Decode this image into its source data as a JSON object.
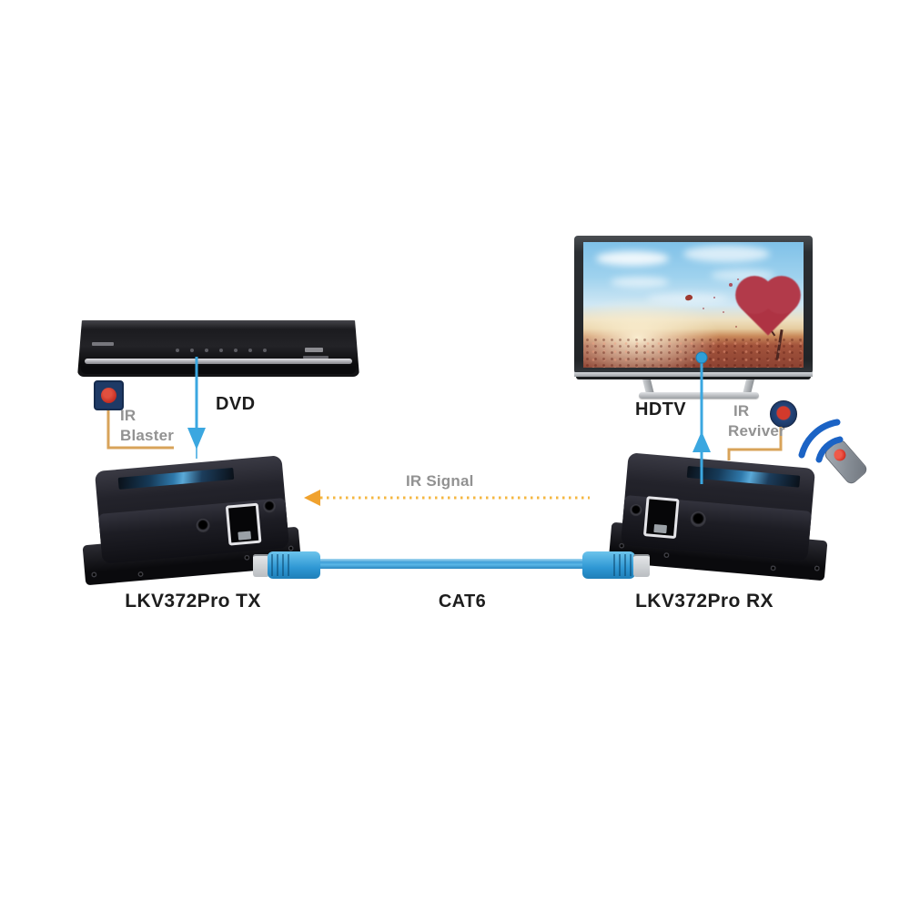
{
  "devices": {
    "dvd_player": {
      "label": "DVD"
    },
    "hdtv": {
      "label": "HDTV"
    },
    "transmitter": {
      "label": "LKV372Pro TX"
    },
    "receiver": {
      "label": "LKV372Pro RX"
    },
    "cat6_cable": {
      "label": "CAT6"
    }
  },
  "annotations": {
    "ir_blaster": {
      "line1": "IR",
      "line2": "Blaster"
    },
    "ir_reviver": {
      "line1": "IR",
      "line2": "Reviver"
    },
    "ir_signal": {
      "label": "IR Signal"
    }
  },
  "icons": {
    "ir_blaster_icon": "navy square with red IR emitter dot",
    "ir_receiver_icon": "navy circle with red IR sensor dot",
    "remote_control_icon": "gray remote with red button",
    "remote_waves_icon": "blue IR signal arcs",
    "hdmi_arrow_icon": "solid blue arrow",
    "ir_signal_arrow_icon": "orange dotted arrow"
  },
  "colors": {
    "hdmi_blue": "#3ba7e0",
    "cable_blue": "#3f9fd8",
    "wave_blue": "#1b63c5",
    "ir_cable_tan": "#d8a35a",
    "ir_signal_orange": "#f2a93b",
    "ir_red": "#cc3128",
    "ir_navy": "#1e3a66",
    "label_black": "#1d1d1d",
    "label_gray": "#929292",
    "device_black": "#141418"
  }
}
